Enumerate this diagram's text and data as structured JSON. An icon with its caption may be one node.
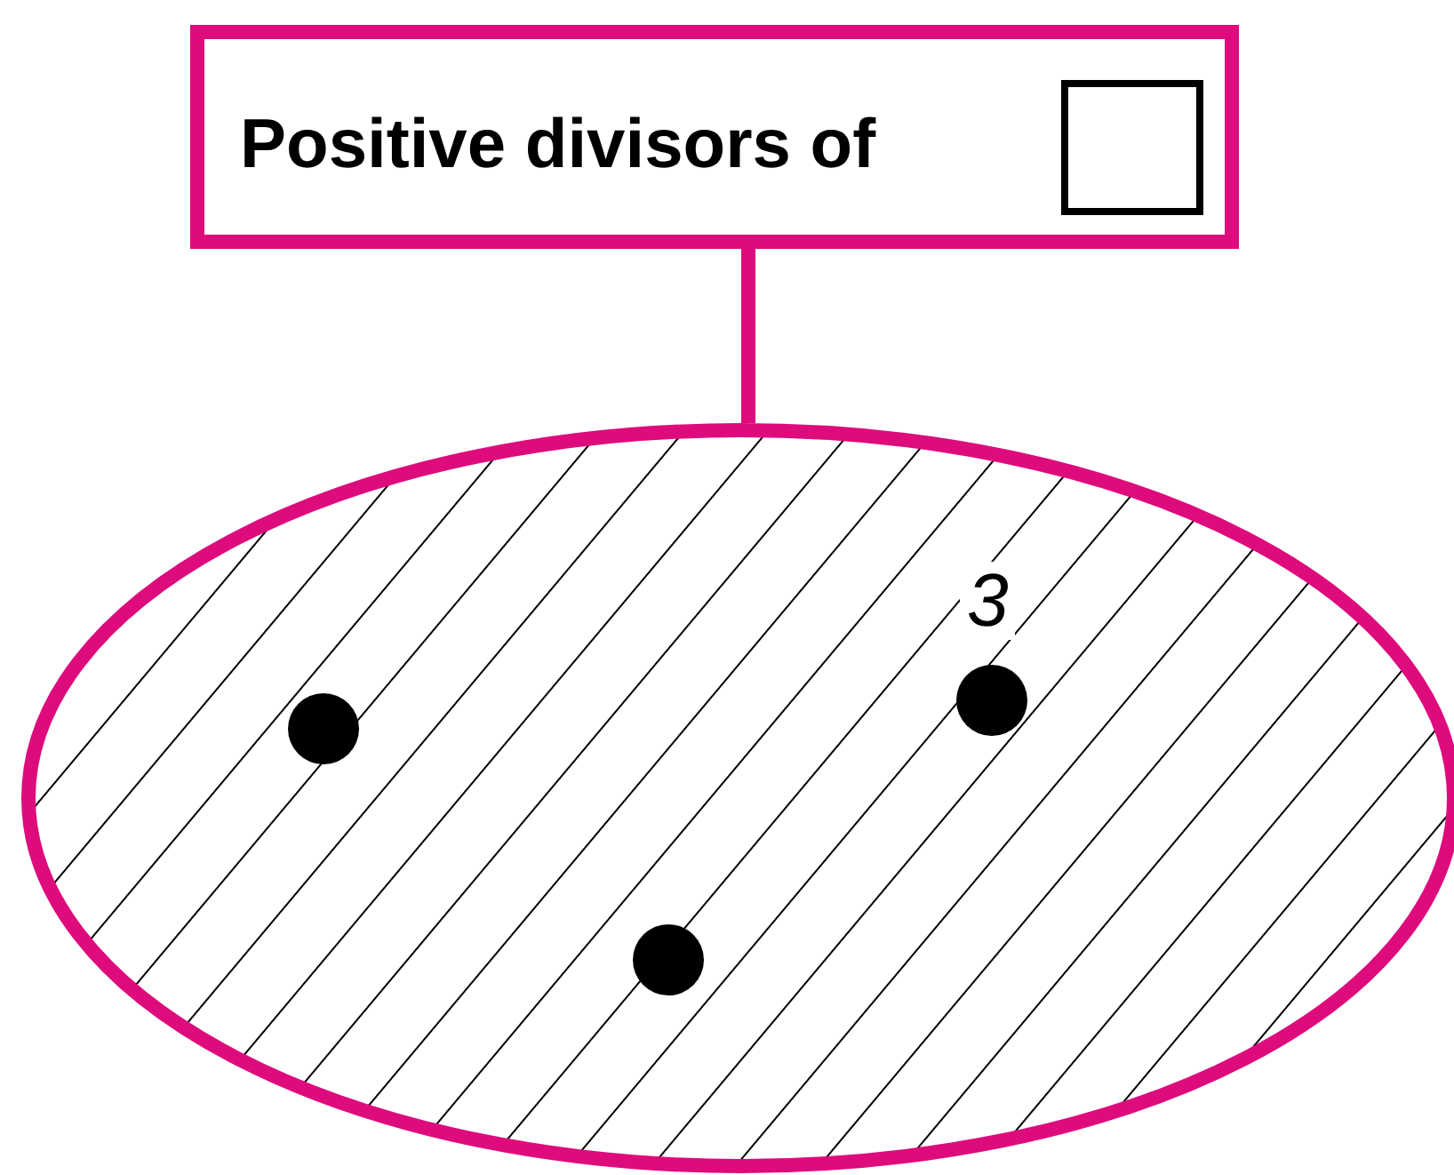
{
  "diagram": {
    "nodes": [
      {
        "text": [
          "Positive divisors of"
        ]
      },
      {
        "text": [],
        "shape": "box",
        "in": 0
      },
      {
        "text": [],
        "shape": "ellipse"
      },
      {
        "text": [],
        "shape": "circle",
        "in": 2
      },
      {
        "text": [],
        "shape": "circle",
        "in": 2
      },
      {
        "text": [],
        "shape": "circle",
        "in": 2,
        "beside": [
          "3"
        ]
      }
    ],
    "edges": [
      {
        "from": 0,
        "to": 2,
        "arrow": "none"
      }
    ]
  }
}
